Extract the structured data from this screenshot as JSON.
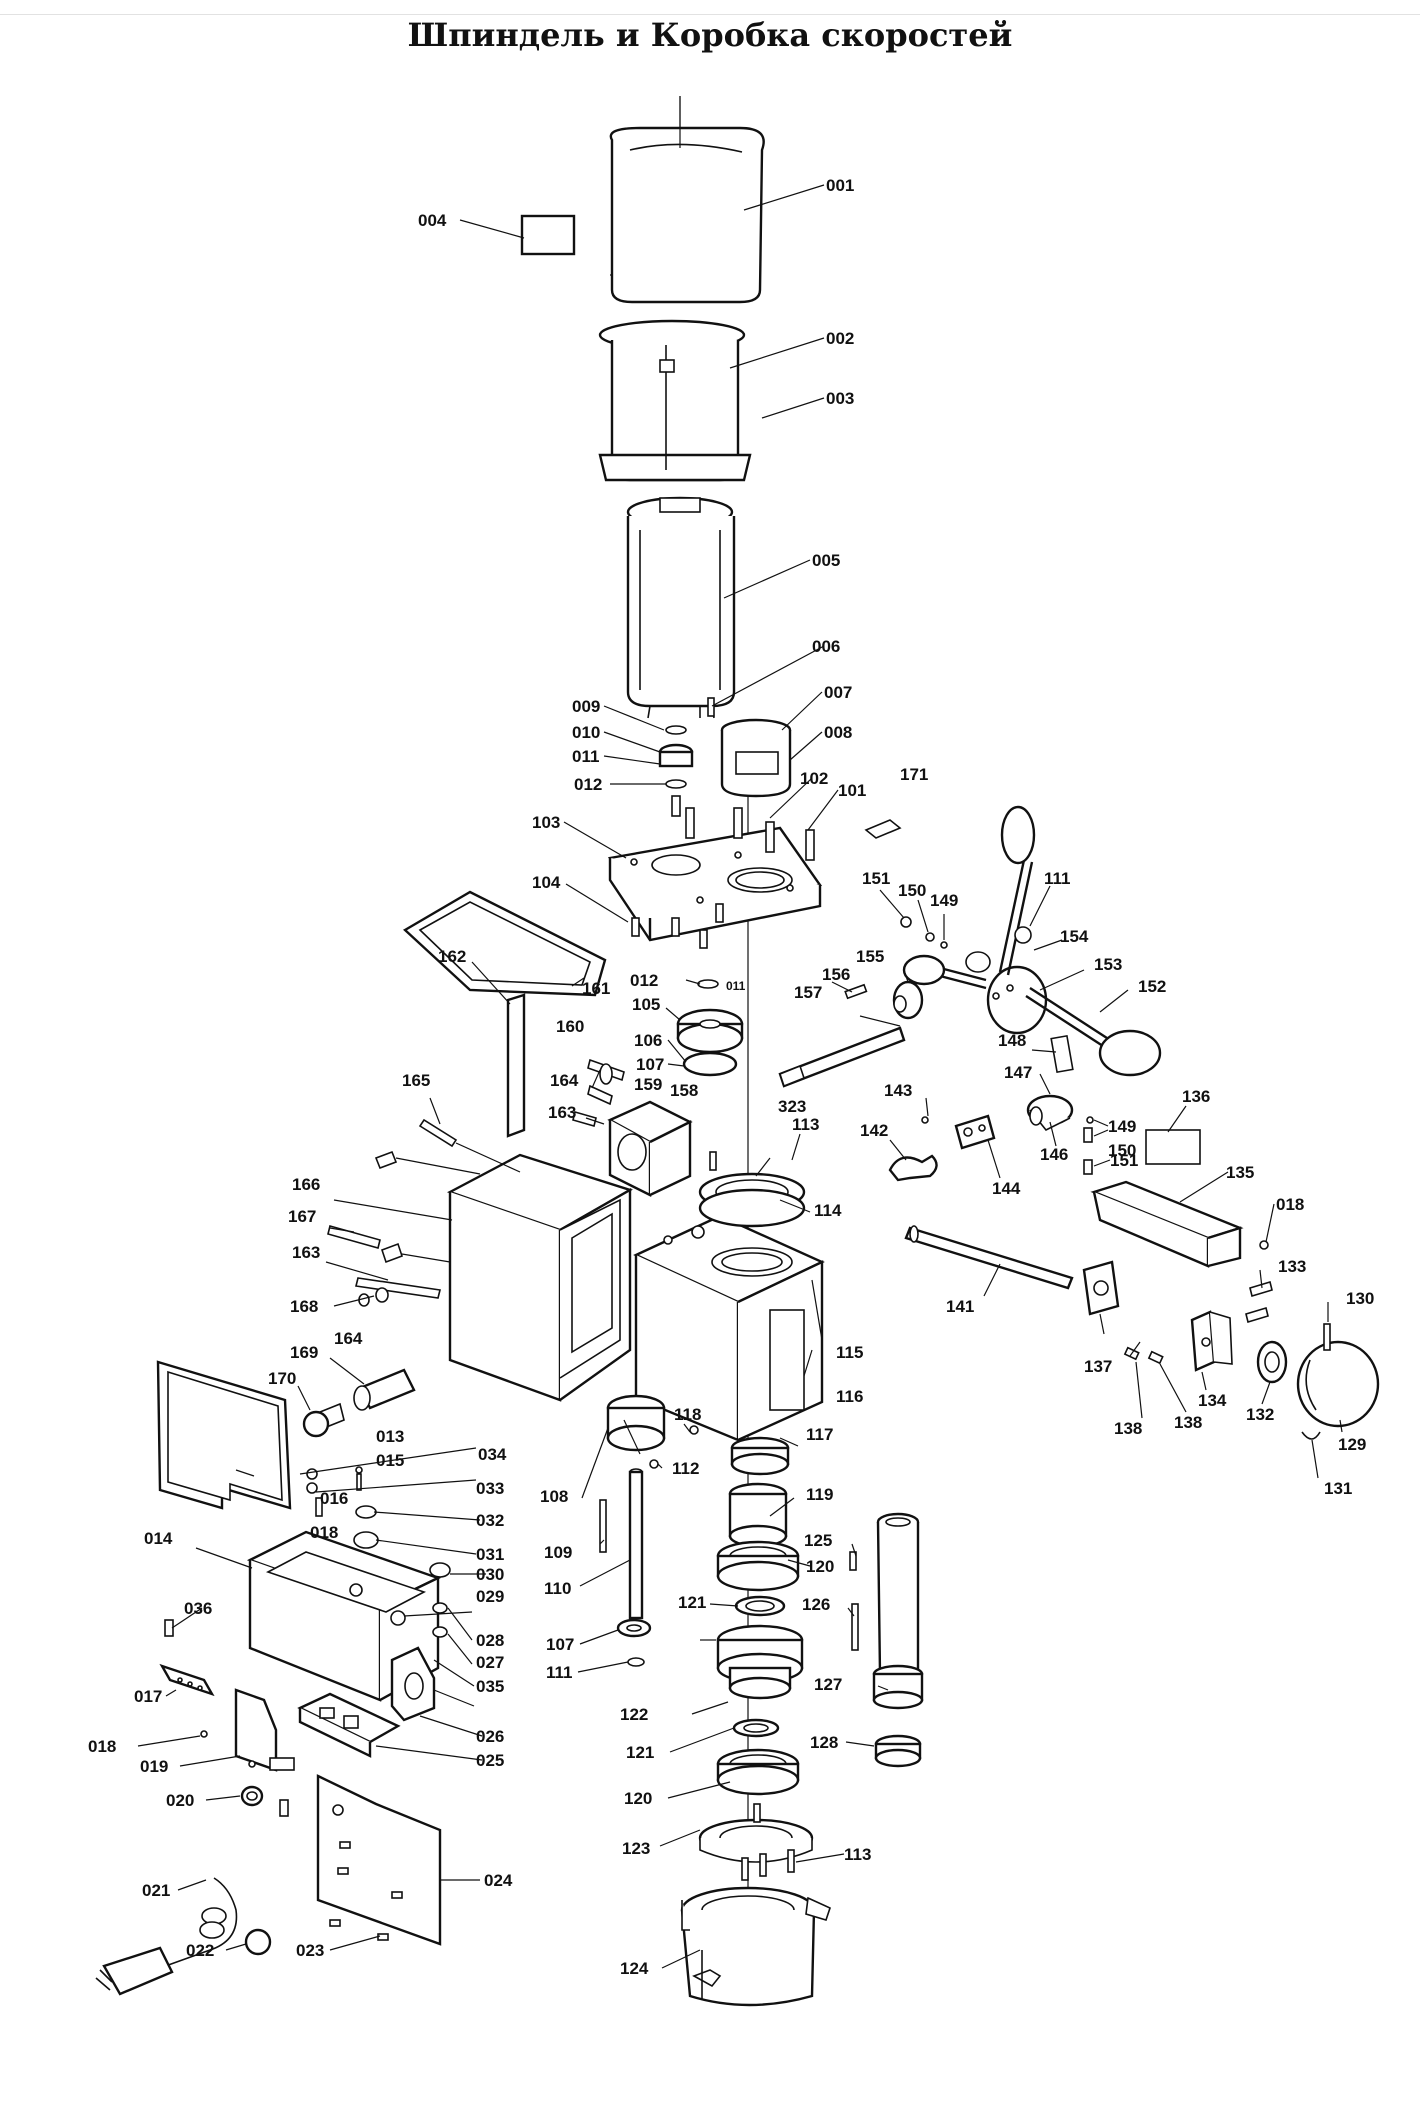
{
  "header": {
    "title": "Шпиндель и Коробка скоростей"
  },
  "parts": [
    {
      "id": "p001",
      "label": "001"
    },
    {
      "id": "p002",
      "label": "002"
    },
    {
      "id": "p003",
      "label": "003"
    },
    {
      "id": "p004",
      "label": "004"
    },
    {
      "id": "p005",
      "label": "005"
    },
    {
      "id": "p006",
      "label": "006"
    },
    {
      "id": "p007",
      "label": "007"
    },
    {
      "id": "p008",
      "label": "008"
    },
    {
      "id": "p009",
      "label": "009"
    },
    {
      "id": "p010",
      "label": "010"
    },
    {
      "id": "p011a",
      "label": "011"
    },
    {
      "id": "p011b",
      "label": "011"
    },
    {
      "id": "p012a",
      "label": "012"
    },
    {
      "id": "p012b",
      "label": "012"
    },
    {
      "id": "p013",
      "label": "013"
    },
    {
      "id": "p014",
      "label": "014"
    },
    {
      "id": "p015",
      "label": "015"
    },
    {
      "id": "p016",
      "label": "016"
    },
    {
      "id": "p017",
      "label": "017"
    },
    {
      "id": "p018a",
      "label": "018"
    },
    {
      "id": "p018b",
      "label": "018"
    },
    {
      "id": "p018c",
      "label": "018"
    },
    {
      "id": "p019",
      "label": "019"
    },
    {
      "id": "p020",
      "label": "020"
    },
    {
      "id": "p021",
      "label": "021"
    },
    {
      "id": "p022",
      "label": "022"
    },
    {
      "id": "p023",
      "label": "023"
    },
    {
      "id": "p024",
      "label": "024"
    },
    {
      "id": "p025",
      "label": "025"
    },
    {
      "id": "p026",
      "label": "026"
    },
    {
      "id": "p027",
      "label": "027"
    },
    {
      "id": "p028",
      "label": "028"
    },
    {
      "id": "p029",
      "label": "029"
    },
    {
      "id": "p030",
      "label": "030"
    },
    {
      "id": "p031",
      "label": "031"
    },
    {
      "id": "p032",
      "label": "032"
    },
    {
      "id": "p033",
      "label": "033"
    },
    {
      "id": "p034",
      "label": "034"
    },
    {
      "id": "p035",
      "label": "035"
    },
    {
      "id": "p036",
      "label": "036"
    },
    {
      "id": "p101",
      "label": "101"
    },
    {
      "id": "p102",
      "label": "102"
    },
    {
      "id": "p103",
      "label": "103"
    },
    {
      "id": "p104",
      "label": "104"
    },
    {
      "id": "p105",
      "label": "105"
    },
    {
      "id": "p106",
      "label": "106"
    },
    {
      "id": "p107a",
      "label": "107"
    },
    {
      "id": "p107b",
      "label": "107"
    },
    {
      "id": "p108",
      "label": "108"
    },
    {
      "id": "p109",
      "label": "109"
    },
    {
      "id": "p110",
      "label": "110"
    },
    {
      "id": "p111a",
      "label": "111"
    },
    {
      "id": "p111b",
      "label": "111"
    },
    {
      "id": "p112",
      "label": "112"
    },
    {
      "id": "p113a",
      "label": "113"
    },
    {
      "id": "p113b",
      "label": "113"
    },
    {
      "id": "p114",
      "label": "114"
    },
    {
      "id": "p115",
      "label": "115"
    },
    {
      "id": "p116",
      "label": "116"
    },
    {
      "id": "p117",
      "label": "117"
    },
    {
      "id": "p118",
      "label": "118"
    },
    {
      "id": "p119",
      "label": "119"
    },
    {
      "id": "p120a",
      "label": "120"
    },
    {
      "id": "p120b",
      "label": "120"
    },
    {
      "id": "p121a",
      "label": "121"
    },
    {
      "id": "p121b",
      "label": "121"
    },
    {
      "id": "p122",
      "label": "122"
    },
    {
      "id": "p123",
      "label": "123"
    },
    {
      "id": "p124",
      "label": "124"
    },
    {
      "id": "p125",
      "label": "125"
    },
    {
      "id": "p126",
      "label": "126"
    },
    {
      "id": "p127",
      "label": "127"
    },
    {
      "id": "p128",
      "label": "128"
    },
    {
      "id": "p129",
      "label": "129"
    },
    {
      "id": "p130",
      "label": "130"
    },
    {
      "id": "p131",
      "label": "131"
    },
    {
      "id": "p132",
      "label": "132"
    },
    {
      "id": "p133",
      "label": "133"
    },
    {
      "id": "p134",
      "label": "134"
    },
    {
      "id": "p135",
      "label": "135"
    },
    {
      "id": "p136",
      "label": "136"
    },
    {
      "id": "p137",
      "label": "137"
    },
    {
      "id": "p138a",
      "label": "138"
    },
    {
      "id": "p138b",
      "label": "138"
    },
    {
      "id": "p141",
      "label": "141"
    },
    {
      "id": "p142",
      "label": "142"
    },
    {
      "id": "p143",
      "label": "143"
    },
    {
      "id": "p144",
      "label": "144"
    },
    {
      "id": "p146",
      "label": "146"
    },
    {
      "id": "p147",
      "label": "147"
    },
    {
      "id": "p148",
      "label": "148"
    },
    {
      "id": "p149a",
      "label": "149"
    },
    {
      "id": "p149b",
      "label": "149"
    },
    {
      "id": "p150a",
      "label": "150"
    },
    {
      "id": "p150b",
      "label": "150"
    },
    {
      "id": "p151a",
      "label": "151"
    },
    {
      "id": "p151b",
      "label": "151"
    },
    {
      "id": "p152",
      "label": "152"
    },
    {
      "id": "p153",
      "label": "153"
    },
    {
      "id": "p154",
      "label": "154"
    },
    {
      "id": "p155",
      "label": "155"
    },
    {
      "id": "p156",
      "label": "156"
    },
    {
      "id": "p157",
      "label": "157"
    },
    {
      "id": "p158",
      "label": "158"
    },
    {
      "id": "p159",
      "label": "159"
    },
    {
      "id": "p160",
      "label": "160"
    },
    {
      "id": "p161",
      "label": "161"
    },
    {
      "id": "p162",
      "label": "162"
    },
    {
      "id": "p163a",
      "label": "163"
    },
    {
      "id": "p163b",
      "label": "163"
    },
    {
      "id": "p164a",
      "label": "164"
    },
    {
      "id": "p164b",
      "label": "164"
    },
    {
      "id": "p165",
      "label": "165"
    },
    {
      "id": "p166",
      "label": "166"
    },
    {
      "id": "p167",
      "label": "167"
    },
    {
      "id": "p168",
      "label": "168"
    },
    {
      "id": "p169",
      "label": "169"
    },
    {
      "id": "p170",
      "label": "170"
    },
    {
      "id": "p171",
      "label": "171"
    },
    {
      "id": "p323",
      "label": "323"
    }
  ]
}
